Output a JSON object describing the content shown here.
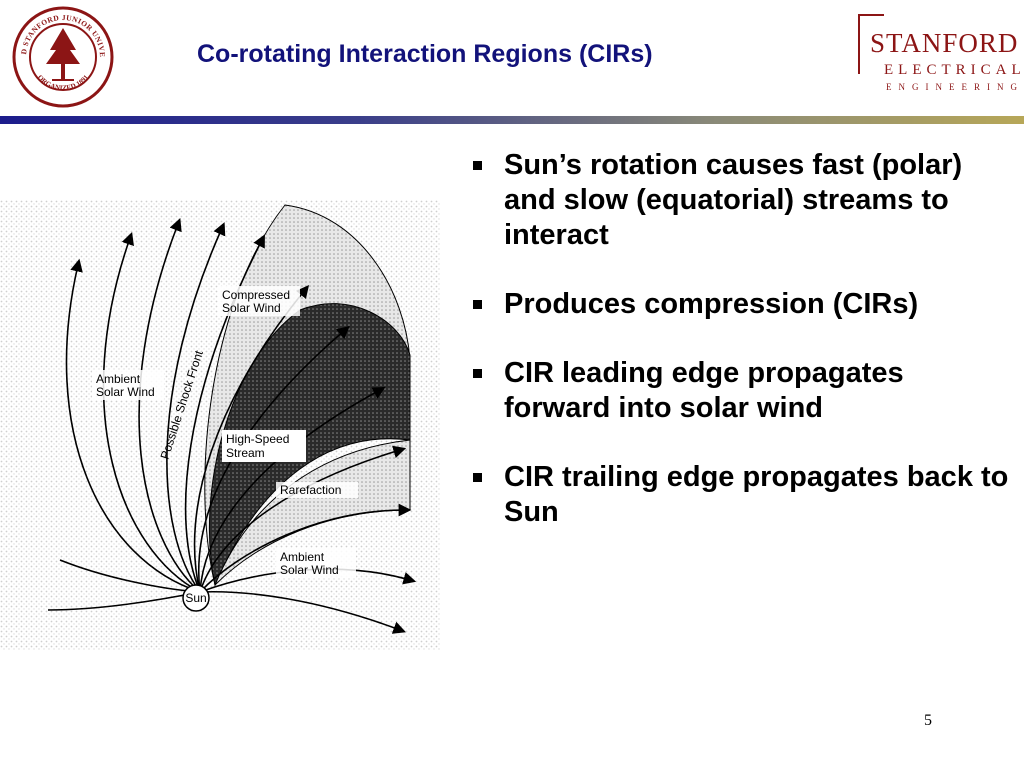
{
  "slide": {
    "title": "Co-rotating Interaction Regions (CIRs)",
    "page_number": "5"
  },
  "seal": {
    "icon": "stanford-seal-icon",
    "text": "LELAND STANFORD JUNIOR UNIVERSITY",
    "year": "ORGANIZED 1891"
  },
  "logo": {
    "line1": "STANFORD",
    "line2": "ELECTRICAL",
    "line3": "ENGINEERING"
  },
  "figure": {
    "labels": {
      "compressed": [
        "Compressed",
        "Solar Wind"
      ],
      "ambient_left": [
        "Ambient",
        "Solar Wind"
      ],
      "shock": "Possible Shock Front",
      "high_speed": [
        "High-Speed",
        "Stream"
      ],
      "rarefaction": "Rarefaction",
      "ambient_bottom": [
        "Ambient",
        "Solar Wind"
      ],
      "sun": "Sun"
    }
  },
  "bullets": [
    "Sun’s rotation causes fast (polar) and slow (equatorial) streams to interact",
    "Produces compression (CIRs)",
    "CIR leading edge propagates forward into solar wind",
    "CIR trailing edge propagates back to Sun"
  ],
  "colors": {
    "title": "#12127a",
    "logo": "#8c1515",
    "seal": "#8c1515"
  }
}
